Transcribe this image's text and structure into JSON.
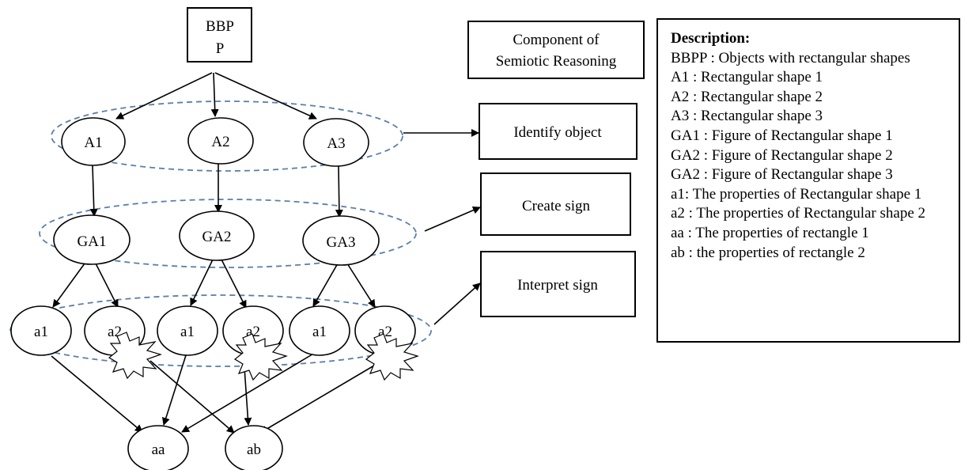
{
  "root": {
    "label_line1": "BBP",
    "label_line2": "P"
  },
  "nodes": {
    "A1": "A1",
    "A2": "A2",
    "A3": "A3",
    "GA1": "GA1",
    "GA2": "GA2",
    "GA3": "GA3",
    "a1": "a1",
    "a2": "a2",
    "aa": "aa",
    "ab": "ab"
  },
  "components": {
    "title_line1": "Component of",
    "title_line2": "Semiotic Reasoning",
    "identify": "Identify object",
    "create": "Create sign",
    "interpret": "Interpret sign"
  },
  "description": {
    "title": "Description:",
    "lines": [
      "BBPP  : Objects with rectangular shapes",
      "A1 : Rectangular shape 1",
      "A2 : Rectangular shape 2",
      "A3 : Rectangular shape 3",
      "GA1 : Figure of Rectangular shape 1",
      "GA2 : Figure of Rectangular shape 2",
      "GA2 : Figure of Rectangular shape 3",
      "a1: The properties of Rectangular shape 1",
      "a2 : The properties of Rectangular shape 2",
      "aa : The properties of rectangle 1",
      "ab : the properties of rectangle 2"
    ]
  },
  "colors": {
    "layer_ring": "#5b7fa8",
    "stroke": "#000000"
  }
}
